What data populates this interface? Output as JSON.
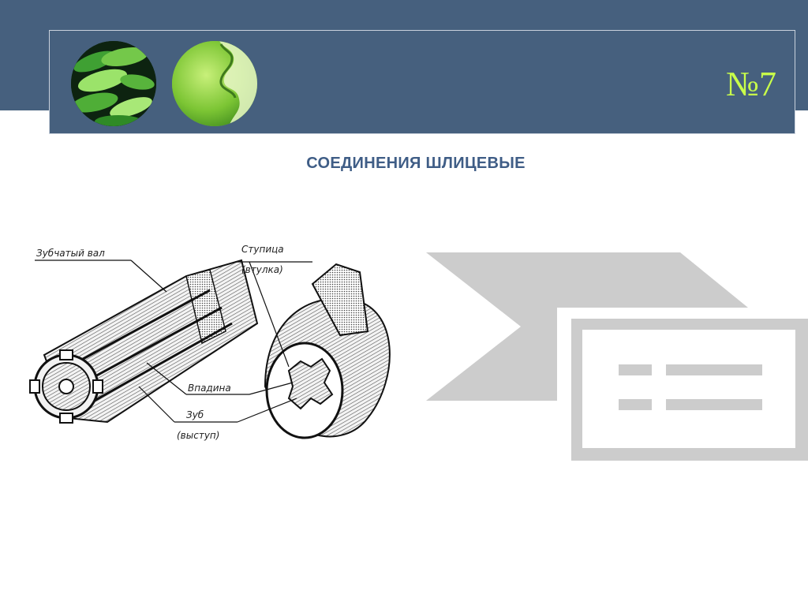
{
  "slide": {
    "number": "№7",
    "title": "СОЕДИНЕНИЯ ШЛИЦЕВЫЕ"
  },
  "drawing": {
    "labels": {
      "shaft": "Зубчатый вал",
      "hub": "Ступица",
      "sleeve": "(втулка)",
      "groove": "Впадина",
      "tooth": "Зуб",
      "protrusion": "(выступ)"
    }
  },
  "icons": {
    "circle_1": "green-leaves-photo-icon",
    "circle_2": "green-puzzle-photo-icon",
    "placeholder": "flag-document-placeholder-icon"
  },
  "colors": {
    "header": "#46607e",
    "number": "#c9ff4a",
    "title": "#3f5d86",
    "placeholder_grey": "#cccccc"
  }
}
